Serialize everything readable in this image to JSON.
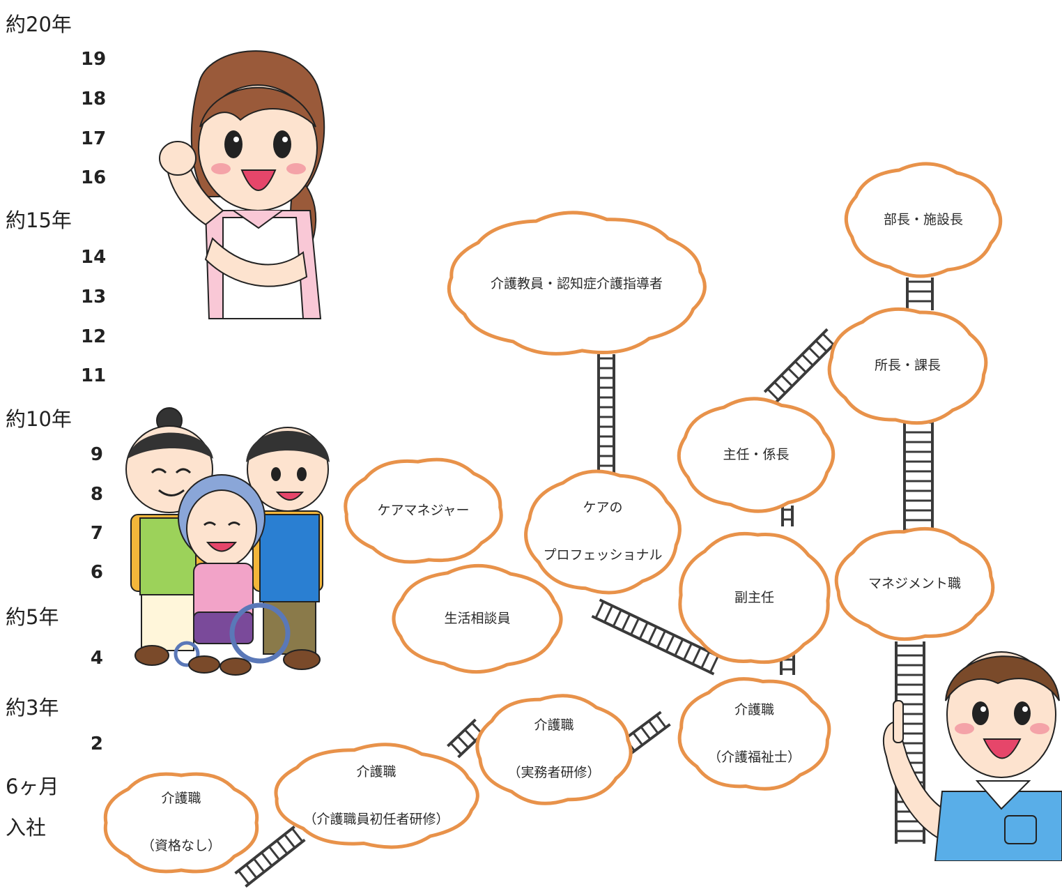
{
  "timeline": [
    {
      "label": "約20年",
      "major": true
    },
    {
      "label": "19",
      "major": false
    },
    {
      "label": "18",
      "major": false
    },
    {
      "label": "17",
      "major": false
    },
    {
      "label": "16",
      "major": false
    },
    {
      "label": "約15年",
      "major": true
    },
    {
      "label": "14",
      "major": false
    },
    {
      "label": "13",
      "major": false
    },
    {
      "label": "12",
      "major": false
    },
    {
      "label": "11",
      "major": false
    },
    {
      "label": "約10年",
      "major": true
    },
    {
      "label": "9",
      "major": false
    },
    {
      "label": "8",
      "major": false
    },
    {
      "label": "7",
      "major": false
    },
    {
      "label": "6",
      "major": false
    },
    {
      "label": "約5年",
      "major": true
    },
    {
      "label": "4",
      "major": false
    },
    {
      "label": "約3年",
      "major": true
    },
    {
      "label": "2",
      "major": false
    },
    {
      "label": "6ヶ月",
      "major": true
    },
    {
      "label": "入社",
      "major": true
    }
  ],
  "clouds": {
    "kaigo_shikaku_nashi": {
      "line1": "介護職",
      "line2": "（資格なし）"
    },
    "kaigo_shoninsha": {
      "line1": "介護職",
      "line2": "（介護職員初任者研修）"
    },
    "kaigo_jitsumusha": {
      "line1": "介護職",
      "line2": "（実務者研修）"
    },
    "kaigo_fukushishi": {
      "line1": "介護職",
      "line2": "（介護福祉士）"
    },
    "seikatsu_soudanin": {
      "line1": "生活相談員"
    },
    "care_manager": {
      "line1": "ケアマネジャー"
    },
    "care_professional": {
      "line1": "ケアの",
      "line2": "プロフェッショナル"
    },
    "kaigo_kyoin": {
      "line1": "介護教員・認知症介護指導者"
    },
    "fukushunin": {
      "line1": "副主任"
    },
    "shunin_kakaricho": {
      "line1": "主任・係長"
    },
    "management": {
      "line1": "マネジメント職"
    },
    "shocho_kacho": {
      "line1": "所長・課長"
    },
    "bucho_shisetsucho": {
      "line1": "部長・施設長"
    }
  },
  "colors": {
    "cloud_outline": "#e8924a",
    "ladder": "#3a3a3a",
    "text": "#222222"
  },
  "illustrations": {
    "top_left": "nurse-woman-fist-pump",
    "middle_left": "caregivers-with-elderly-in-wheelchair",
    "bottom_right": "man-pointing-up"
  }
}
